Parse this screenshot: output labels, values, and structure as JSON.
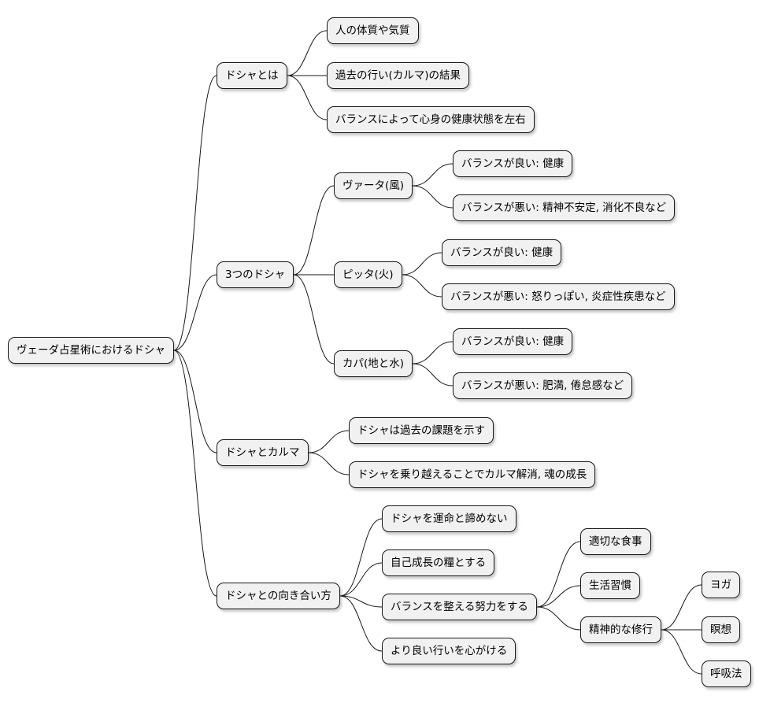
{
  "mindmap": {
    "root": {
      "label": "ヴェーダ占星術におけるドシャ"
    },
    "branches": [
      {
        "label": "ドシャとは",
        "children": [
          {
            "label": "人の体質や気質"
          },
          {
            "label": "過去の行い(カルマ)の結果"
          },
          {
            "label": "バランスによって心身の健康状態を左右"
          }
        ]
      },
      {
        "label": "3つのドシャ",
        "children": [
          {
            "label": "ヴァータ(風)",
            "children": [
              {
                "label": "バランスが良い: 健康"
              },
              {
                "label": "バランスが悪い: 精神不安定, 消化不良など"
              }
            ]
          },
          {
            "label": "ピッタ(火)",
            "children": [
              {
                "label": "バランスが良い: 健康"
              },
              {
                "label": "バランスが悪い: 怒りっぽい, 炎症性疾患など"
              }
            ]
          },
          {
            "label": "カパ(地と水)",
            "children": [
              {
                "label": "バランスが良い: 健康"
              },
              {
                "label": "バランスが悪い: 肥満, 倦怠感など"
              }
            ]
          }
        ]
      },
      {
        "label": "ドシャとカルマ",
        "children": [
          {
            "label": "ドシャは過去の課題を示す"
          },
          {
            "label": "ドシャを乗り越えることでカルマ解消, 魂の成長"
          }
        ]
      },
      {
        "label": "ドシャとの向き合い方",
        "children": [
          {
            "label": "ドシャを運命と諦めない"
          },
          {
            "label": "自己成長の糧とする"
          },
          {
            "label": "バランスを整える努力をする",
            "children": [
              {
                "label": "適切な食事"
              },
              {
                "label": "生活習慣"
              },
              {
                "label": "精神的な修行",
                "children": [
                  {
                    "label": "ヨガ"
                  },
                  {
                    "label": "瞑想"
                  },
                  {
                    "label": "呼吸法"
                  }
                ]
              }
            ]
          },
          {
            "label": "より良い行いを心がける"
          }
        ]
      }
    ]
  }
}
